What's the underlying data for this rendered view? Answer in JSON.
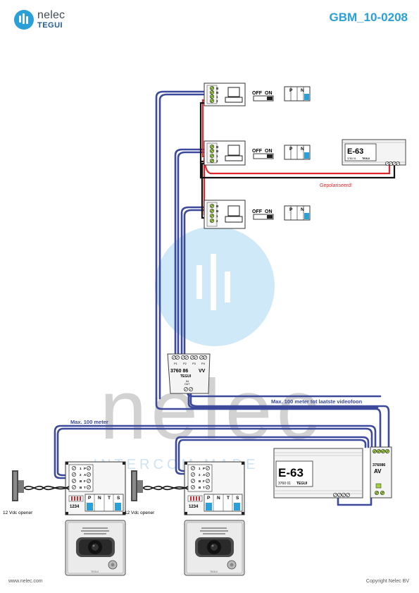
{
  "header": {
    "brand": "nelec",
    "sub_brand": "TEGUI",
    "doc_id": "GBM_10-0208"
  },
  "watermark": {
    "word": "nelec",
    "tagline": "INTERCOM MADE"
  },
  "monitors": {
    "terminals": [
      "B",
      "B",
      "1",
      "2"
    ],
    "switch_off": "OFF",
    "switch_on": "ON",
    "dip_p": "P",
    "dip_n": "N"
  },
  "power_unit": {
    "model": "E-63",
    "code": "3760 01",
    "brand": "TEGUI",
    "note": "Gepolariseerd!"
  },
  "distributor": {
    "ports": [
      "P1",
      "P2",
      "P3",
      "P4"
    ],
    "code": "3760 86",
    "suffix": "VV",
    "brand": "TEGUI",
    "in_label": "IN",
    "in_sub": "OUT"
  },
  "av_module": {
    "code": "376086",
    "suffix": "AV"
  },
  "door_panels": {
    "terminals": [
      "1",
      "2",
      "B",
      "B",
      "P",
      "A",
      "F",
      "T"
    ],
    "dip_numbers": "1234",
    "switch_labels": [
      "P",
      "N",
      "T",
      "S"
    ],
    "plate_brand": "TEGUI",
    "opener_label": "12 Vdc opener"
  },
  "notes": {
    "max_last": "Max. 100 meter tot laatste videofoon",
    "max_panel": "Max. 100 meter"
  },
  "footer": {
    "website": "www.nelec.com",
    "copyright": "Copyright Nelec BV"
  },
  "colors": {
    "brand_blue": "#2a9fd8",
    "cable_blue": "#3d4a9c",
    "wire_red": "#e0262d",
    "terminal_green": "#9fd23b",
    "watermark_grey": "#d2d2d2"
  }
}
